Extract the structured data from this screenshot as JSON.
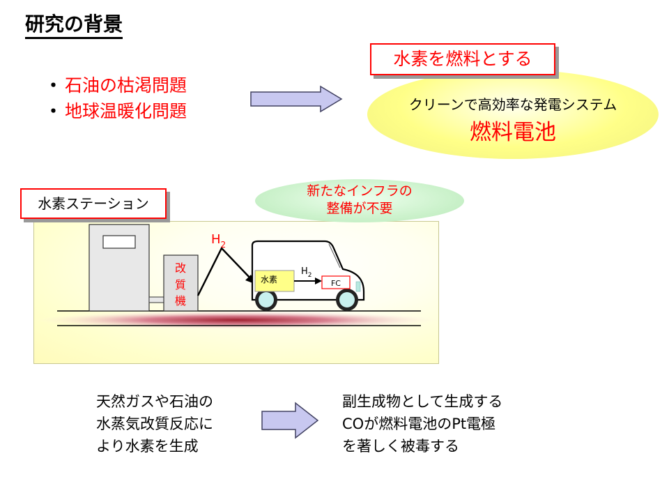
{
  "title": "研究の背景",
  "issues": [
    {
      "bullet": "・",
      "text": "石油の枯渇問題"
    },
    {
      "bullet": "・",
      "text": "地球温暖化問題"
    }
  ],
  "fuel_box": "水素を燃料とする",
  "clean_system": "クリーンで高効率な発電システム",
  "fuel_cell": "燃料電池",
  "station_label": "水素ステーション",
  "infra": {
    "line1": "新たなインフラの",
    "line2": "整備が不要"
  },
  "diagram": {
    "h2_main": "H",
    "h2_main_sub": "2",
    "reformer": [
      "改",
      "質",
      "機"
    ],
    "tank_label": "水素",
    "h2_car": "H",
    "h2_car_sub": "2",
    "fc_label": "FC"
  },
  "bottom_left": [
    "天然ガスや石油の",
    "水蒸気改質反応に",
    "より水素を生成"
  ],
  "bottom_right": [
    "副生成物として生成する",
    "COが燃料電池のPt電極",
    "を著しく被毒する"
  ],
  "colors": {
    "accent_red": "#ff0000",
    "arrow_fill": "#c8c8f0",
    "yellow": "#ffff88",
    "green": "#ccf2cc"
  }
}
